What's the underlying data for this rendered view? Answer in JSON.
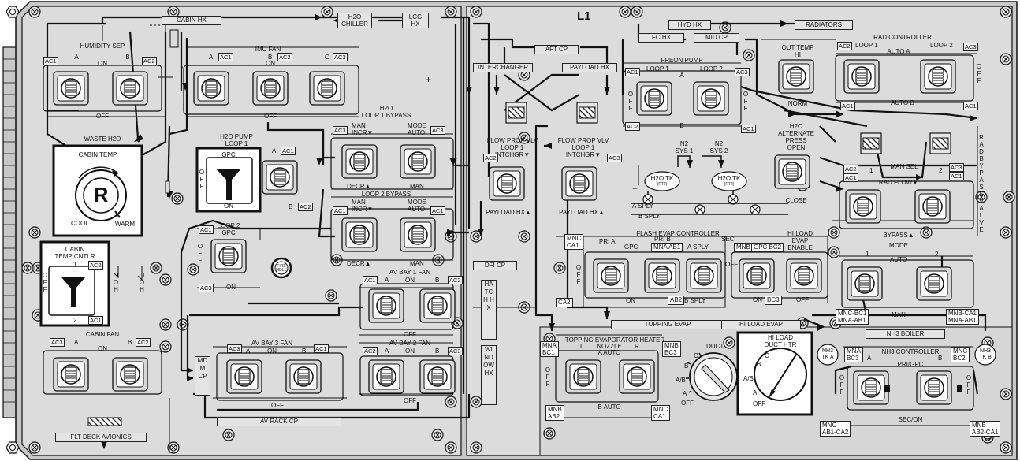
{
  "panel_name": "L1",
  "colors": {
    "panel": "#dcdcdc",
    "frame": "#c8c8c8",
    "line": "#111111",
    "highlight_box": "#ffffff"
  },
  "top_boxes": {
    "cabin_hx": "CABIN HX",
    "h2o_chiller": "H2O\nCHILLER",
    "lcg_hx": "LCG\nHX",
    "aft_cp": "AFT CP",
    "interchanger": "INTERCHANGER",
    "payload_hx": "PAYLOAD HX",
    "hyd_hx": "HYD HX",
    "fc_hx": "FC HX",
    "mid_cp": "MID CP",
    "radiators": "RADIATORS",
    "dfi_cp": "DFI CP",
    "topping_evap": "TOPPING EVAP",
    "hi_load_evap": "HI LOAD EVAP",
    "nh3_boiler": "NH3 BOILER",
    "flt_deck_avionics": "FLT DECK AVIONICS",
    "av_rack_cp": "AV RACK CP",
    "mdm_cp": "MDM CP",
    "hatch_hx": "HATCH HX",
    "window_hx": "WINDOW HX"
  },
  "humidity_sep": {
    "title": "HUMIDITY SEP",
    "a": "A",
    "b": "B",
    "on": "ON",
    "off": "OFF",
    "ac_a": "AC1",
    "ac_b": "AC2",
    "waste": "WASTE H2O"
  },
  "imu_fan": {
    "title": "IMU FAN",
    "a": "A",
    "b": "B",
    "c": "C",
    "on": "ON",
    "off": "OFF",
    "ac_a": "AC1",
    "ac_b": "AC2",
    "ac_c": "AC3"
  },
  "cabin_temp": {
    "title": "CABIN TEMP",
    "knob": "R",
    "cool": "COOL",
    "warm": "WARM"
  },
  "cabin_temp_cntlr": {
    "title": "CABIN\nTEMP CNTLR",
    "one": "1",
    "two": "2",
    "off": "OFF",
    "ac_1": "AC2",
    "ac_2": "AC1"
  },
  "lioh": {
    "label1": "LIOH",
    "label2": "LIOH"
  },
  "cabin_fan": {
    "title": "CABIN FAN",
    "a": "A",
    "b": "B",
    "on": "ON",
    "ac_a": "AC3",
    "ac_b": "AC2"
  },
  "h2o_pump": {
    "title": "H2O PUMP\nLOOP 1",
    "gpc": "GPC",
    "off": "OFF",
    "on": "ON",
    "a": "A",
    "b": "B",
    "ac_a": "AC1",
    "ac_b": "AC2"
  },
  "loop2": {
    "title": "LOOP 2\nGPC",
    "off": "OFF",
    "on": "ON",
    "ac_top": "AC1",
    "ac_bot": "AC3"
  },
  "fire_hole": {
    "label": "FIRE\nHOLE"
  },
  "h2o_bypass": {
    "title": "H2O\nLOOP 1 BYPASS",
    "man_incr": "MAN\nINCR▼",
    "mode_auto": "MODE\nAUTO",
    "decr": "DECR▲",
    "man": "MAN",
    "ac_l1": "AC3",
    "ac_m1": "AC3",
    "loop2_title": "LOOP 2 BYPASS",
    "ac_l2": "AC1",
    "ac_m2": "AC1"
  },
  "av_bay1": {
    "title": "AV BAY 1 FAN",
    "a": "A",
    "b": "B",
    "on": "ON",
    "off": "OFF",
    "ac_a": "AC1",
    "ac_b": "AC2"
  },
  "av_bay2": {
    "title": "AV BAY 2 FAN",
    "a": "A",
    "b": "B",
    "on": "ON",
    "off": "OFF",
    "ac_a": "AC2",
    "ac_b": "AC3"
  },
  "av_bay3": {
    "title": "AV BAY 3 FAN",
    "a": "A",
    "b": "B",
    "on": "ON",
    "off": "OFF",
    "ac_a": "AC3",
    "ac_b": "AC1"
  },
  "flow_prop": {
    "title1": "FLOW PROP VLV\nLOOP 1\nINTCHGR▼",
    "title2": "FLOW PROP VLV\nLOOP 1\nINTCHGR▼",
    "payload1": "PAYLOAD HX▲",
    "payload2": "PAYLOAD HX▲",
    "ac1": "AC2",
    "ac2": "AC3"
  },
  "freon_pump": {
    "title": "FREON PUMP",
    "loop1": "LOOP 1",
    "loop2": "LOOP 2",
    "a": "A",
    "b": "B",
    "off": "OFF",
    "ac_a": "AC3",
    "ac_b1": "AC2",
    "ac_b2": "AC1",
    "ac_top": "AC1"
  },
  "out_temp": {
    "title": "OUT TEMP\nHI",
    "norm": "NORM"
  },
  "rad_controller": {
    "title": "RAD CONTROLLER",
    "loop1": "LOOP 1",
    "loop2": "LOOP 2",
    "auto_a": "AUTO A",
    "auto_b": "AUTO B",
    "off": "OFF",
    "ac1": "AC2",
    "ac2": "AC3",
    "ac3": "AC1",
    "ac4": "AC1"
  },
  "h2o_alt": {
    "title": "H2O\nALTERNATE\nPRESS\nOPEN",
    "close": "CLOSE"
  },
  "n2": {
    "sys1": "N2\nSYS 1",
    "sys2": "N2\nSYS 2",
    "tk": "H2O TK",
    "tk_sub": "(RT2)"
  },
  "man_sel": {
    "title": "MAN SEL",
    "one": "1",
    "two": "2",
    "ac_l1": "AC2",
    "ac_l2": "AC1",
    "ac_r1": "AC3",
    "ac_r2": "AC1"
  },
  "rad_flow": {
    "title": "RAD FLOW▼",
    "bypass": "BYPASS▲",
    "side": "RAD BYPASS VALVE",
    "mode": "MODE",
    "auto": "AUTO",
    "one": "1",
    "two": "2",
    "man": "MAN"
  },
  "flash_evap": {
    "title": "FLASH EVAP CONTROLLER",
    "pri_a": "PRI  A",
    "pri_b": "PRI  B",
    "gpc": "GPC",
    "sec": "SEC",
    "a_sply": "A SPLY",
    "b_sply": "B SPLY",
    "on": "ON",
    "off": "OFF",
    "mnc_ca1": "MNC\nCA1",
    "ca2": "CA2",
    "mna_ab1": "MNA  AB1",
    "ab2": "AB2",
    "mnb": "MNB",
    "gpc_bc2": "GPC BC2",
    "bc3": "BC3",
    "sply_a": "A SPLY",
    "sply_b": "B SPLY"
  },
  "hi_load": {
    "title": "HI LOAD\nEVAP\nENABLE",
    "on": "ON",
    "off": "OFF"
  },
  "hi_load_duct": {
    "title": "HI LOAD\nDUCT HTR",
    "b": "B",
    "c": "C",
    "ab": "A/B",
    "a": "A",
    "off": "OFF"
  },
  "topping_heater": {
    "title": "TOPPING EVAPORATOR HEATER",
    "l": "L",
    "nozzle": "NOZZLE",
    "r": "R",
    "a_auto": "A AUTO",
    "b_auto": "B AUTO",
    "off": "OFF",
    "duct": "DUCT",
    "mna_bc1": "MNA\nBC1",
    "mnb_bc3": "MNB\nBC3",
    "mnb_ab2": "MNB\nAB2",
    "mnc_ca1": "MNC\nCA1"
  },
  "nh3": {
    "title": "NH3 CONTROLLER",
    "pri_gpc": "PRI/GPC",
    "sec_on": "SEC/ON",
    "off": "OFF",
    "a": "A",
    "b": "B",
    "tka": "NH3\nTK A",
    "tkb": "NH3\nTK B",
    "mna_bc3": "MNA\nBC3",
    "mnc_bc2": "MNC\nBC2",
    "mnc_ab1_ca2": "MNC\nAB1-CA2",
    "mnb_ab2_ca1": "MNB\nAB2-CA1",
    "mnc_bc1": "MNC-BC1\nMNA-AB1",
    "mnb_ca1": "MNB-CA1\nMNA-AB1"
  }
}
